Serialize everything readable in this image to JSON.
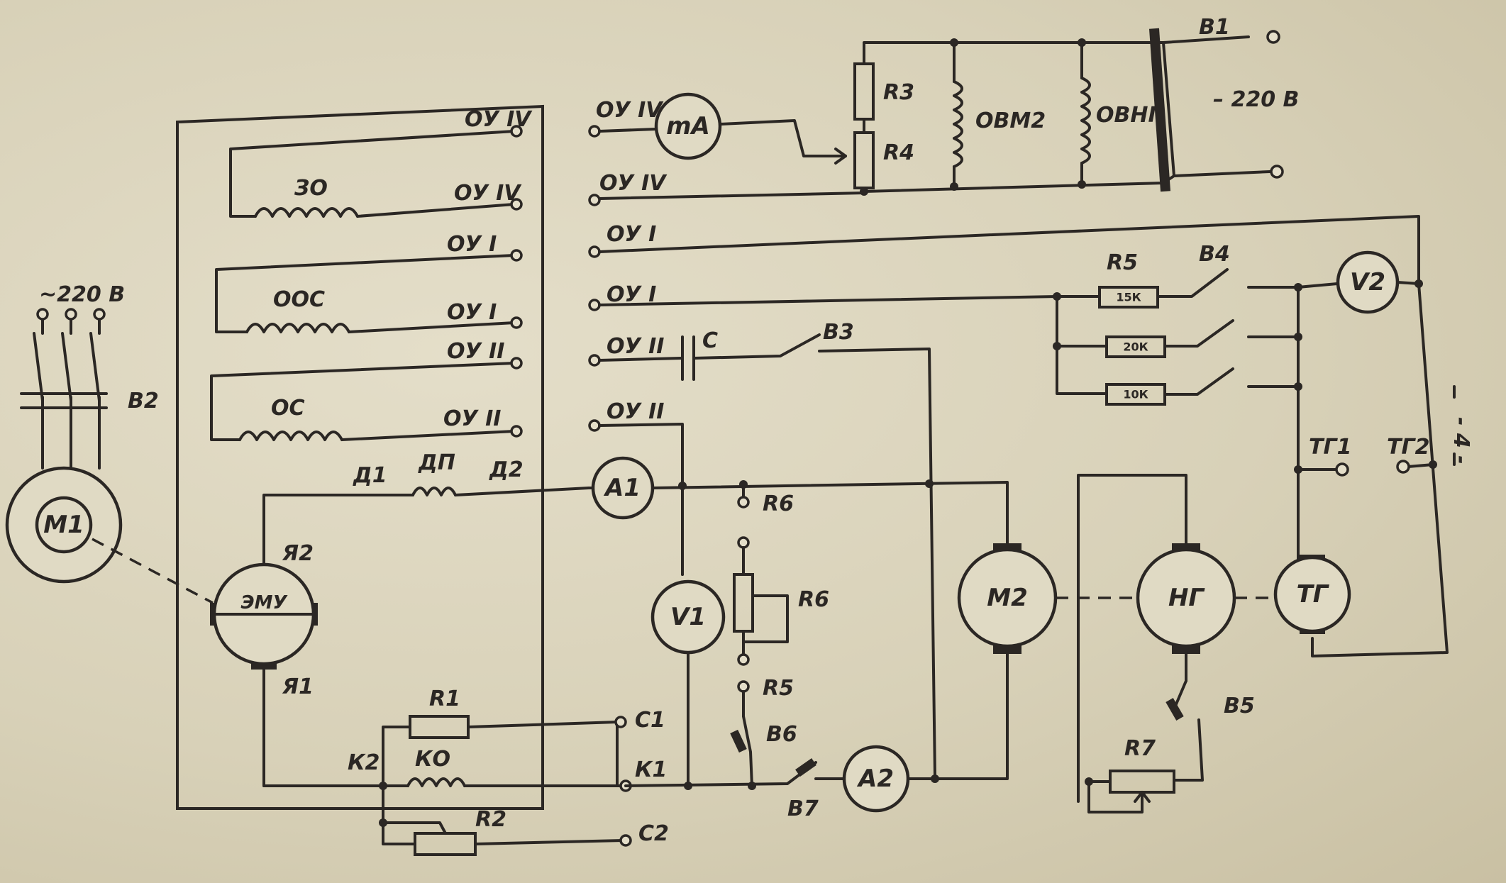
{
  "labels": {
    "ou_iv_1": "ОУ IV",
    "ou_iv_2": "ОУ IV",
    "ou_i_1": "ОУ I",
    "ou_i_2": "ОУ I",
    "ou_ii_1": "ОУ II",
    "ou_ii_2": "ОУ II",
    "ou_iv_r1": "ОУ IV",
    "ou_iv_r2": "ОУ IV",
    "ou_i_r1": "ОУ I",
    "ou_i_r2": "ОУ I",
    "ou_ii_r1": "ОУ II",
    "ou_ii_r2": "ОУ II",
    "zo": "ЗО",
    "oos": "ООС",
    "os": "ОС",
    "d1": "Д1",
    "dp": "ДП",
    "d2": "Д2",
    "ya2": "Я2",
    "ya1": "Я1",
    "emu": "ЭМУ",
    "m1": "М1",
    "mains3": "~220 В",
    "b2": "В2",
    "r1": "R1",
    "k0": "КО",
    "r2": "R2",
    "k2": "К2",
    "k1": "К1",
    "c1": "С1",
    "c2": "С2",
    "ma": "mA",
    "r3": "R3",
    "r4": "R4",
    "ovm2": "ОВМ2",
    "ovng": "ОВНГ",
    "b1": "В1",
    "dc220": "– 220 В",
    "c": "С",
    "b3": "В3",
    "r5": "R5",
    "b4": "В4",
    "r5_1": "15К",
    "r5_2": "20К",
    "r5_3": "10К",
    "v2": "V2",
    "a1": "A1",
    "v1": "V1",
    "r6_top": "R6",
    "r6": "R6",
    "r5b": "R5",
    "b6": "В6",
    "b7": "В7",
    "a2": "A2",
    "m2": "М2",
    "ng": "НГ",
    "tg": "ТГ",
    "tg1": "ТГ1",
    "tg2": "ТГ2",
    "b5": "В5",
    "r7": "R7",
    "page_no": "- 4 -"
  }
}
